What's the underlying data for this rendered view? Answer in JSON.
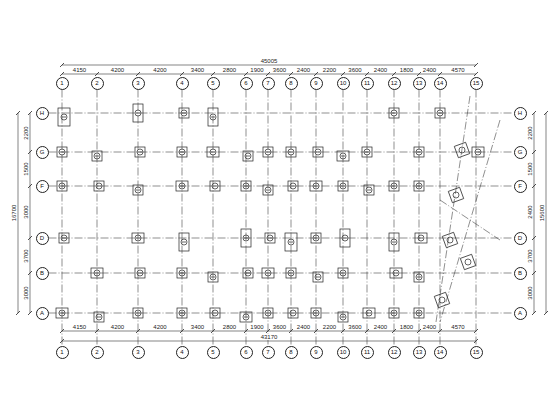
{
  "diagram": {
    "nodes": [
      {
        "text": [
          "1"
        ]
      },
      {
        "text": [
          "2"
        ]
      },
      {
        "text": [
          "3"
        ]
      },
      {
        "text": [
          "4"
        ]
      },
      {
        "text": [
          "5"
        ]
      },
      {
        "text": [
          "6"
        ]
      },
      {
        "text": [
          "7"
        ]
      },
      {
        "text": [
          "8"
        ]
      },
      {
        "text": [
          "9"
        ]
      },
      {
        "text": [
          "10"
        ]
      },
      {
        "text": [
          "11"
        ]
      },
      {
        "text": [
          "12"
        ]
      },
      {
        "text": [
          "13"
        ]
      },
      {
        "text": [
          "14"
        ]
      },
      {
        "text": [
          "15"
        ]
      },
      {
        "text": [
          "H"
        ]
      },
      {
        "text": [
          "H"
        ]
      },
      {
        "text": [
          "G"
        ]
      },
      {
        "text": [
          "G"
        ]
      },
      {
        "text": [
          "F"
        ]
      },
      {
        "text": [
          "F"
        ]
      },
      {
        "text": [
          "D"
        ]
      },
      {
        "text": [
          "D"
        ]
      },
      {
        "text": [
          "B"
        ]
      },
      {
        "text": [
          "B"
        ]
      },
      {
        "text": [
          "A"
        ]
      },
      {
        "text": [
          "A"
        ]
      },
      {
        "text": [
          "1"
        ]
      },
      {
        "text": [
          "2"
        ]
      },
      {
        "text": [
          "3"
        ]
      },
      {
        "text": [
          "4"
        ]
      },
      {
        "text": [
          "5"
        ]
      },
      {
        "text": [
          "6"
        ]
      },
      {
        "text": [
          "7"
        ]
      },
      {
        "text": [
          "8"
        ]
      },
      {
        "text": [
          "9"
        ]
      },
      {
        "text": [
          "10"
        ]
      },
      {
        "text": [
          "11"
        ]
      },
      {
        "text": [
          "12"
        ]
      },
      {
        "text": [
          "13"
        ]
      },
      {
        "text": [
          "14"
        ]
      },
      {
        "text": [
          "15"
        ]
      }
    ],
    "edges": [
      {
        "from": 0,
        "to": 27,
        "arrow": "none"
      },
      {
        "from": 1,
        "to": 28,
        "arrow": "none"
      },
      {
        "from": 2,
        "to": 29,
        "arrow": "none"
      },
      {
        "from": 3,
        "to": 30,
        "arrow": "none"
      },
      {
        "from": 4,
        "to": 31,
        "arrow": "none"
      },
      {
        "from": 5,
        "to": 32,
        "arrow": "none"
      },
      {
        "from": 6,
        "to": 33,
        "arrow": "none"
      },
      {
        "from": 7,
        "to": 34,
        "arrow": "none"
      },
      {
        "from": 8,
        "to": 35,
        "arrow": "none"
      },
      {
        "from": 9,
        "to": 36,
        "arrow": "none"
      },
      {
        "from": 10,
        "to": 37,
        "arrow": "none"
      },
      {
        "from": 11,
        "to": 38,
        "arrow": "none"
      },
      {
        "from": 12,
        "to": 39,
        "arrow": "none"
      },
      {
        "from": 13,
        "to": 40,
        "arrow": "none"
      },
      {
        "from": 14,
        "to": 41,
        "arrow": "none"
      },
      {
        "from": 15,
        "to": 16,
        "arrow": "none"
      },
      {
        "from": 17,
        "to": 18,
        "arrow": "none"
      },
      {
        "from": 19,
        "to": 20,
        "arrow": "none"
      },
      {
        "from": 21,
        "to": 22,
        "arrow": "none"
      },
      {
        "from": 23,
        "to": 24,
        "arrow": "none"
      },
      {
        "from": 25,
        "to": 26,
        "arrow": "none"
      }
    ],
    "labels": [
      "4150",
      "4200",
      "4200",
      "3400",
      "2800",
      "1900",
      "3600",
      "2400",
      "2200",
      "3600",
      "2400",
      "1800",
      "2400",
      "4570",
      "45005",
      "4150",
      "4200",
      "4200",
      "3400",
      "2800",
      "1900",
      "3600",
      "2400",
      "2200",
      "3600",
      "2400",
      "1800",
      "2400",
      "4570",
      "43170",
      "2200",
      "1500",
      "3000",
      "3700",
      "3000",
      "16700",
      "2200",
      "1500",
      "2400",
      "3700",
      "3000",
      "15600"
    ]
  }
}
